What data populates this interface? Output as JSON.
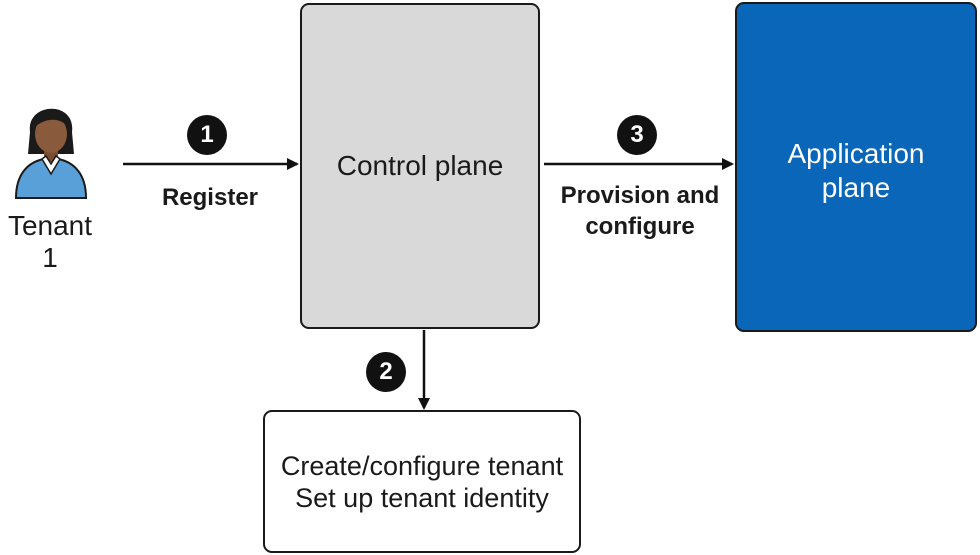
{
  "tenant": {
    "label": "Tenant 1"
  },
  "control_plane": {
    "label": "Control plane"
  },
  "application_plane": {
    "line1": "Application",
    "line2": "plane"
  },
  "tenant_setup": {
    "line1": "Create/configure tenant",
    "line2": "Set up tenant identity"
  },
  "steps": [
    {
      "number": "1",
      "label_line1": "Register",
      "label_line2": ""
    },
    {
      "number": "2",
      "label_line1": "",
      "label_line2": ""
    },
    {
      "number": "3",
      "label_line1": "Provision and",
      "label_line2": "configure"
    }
  ],
  "colors": {
    "control_plane_fill": "#d9d9d9",
    "application_plane_fill": "#0a66b8",
    "badge_fill": "#111111",
    "skin": "#8a5a3c",
    "hair": "#1a1a1a",
    "shirt": "#5aa0d8"
  },
  "icons": [
    "person-icon"
  ]
}
